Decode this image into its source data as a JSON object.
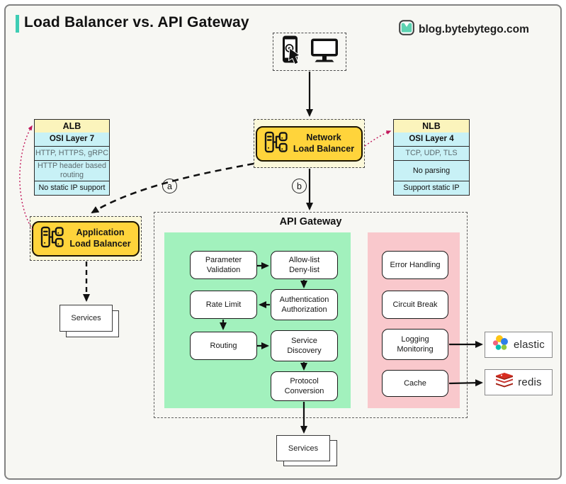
{
  "header": {
    "title": "Load Balancer vs. API Gateway",
    "brand": "blog.bytebytego.com"
  },
  "nlb": {
    "label": "Network\nLoad Balancer"
  },
  "alb": {
    "label": "Application\nLoad Balancer"
  },
  "alb_table": {
    "header": "ALB",
    "rows": [
      "OSI Layer 7",
      "HTTP, HTTPS, gRPC",
      "HTTP header based\nrouting",
      "No static IP support"
    ]
  },
  "nlb_table": {
    "header": "NLB",
    "rows": [
      "OSI Layer 4",
      "TCP, UDP, TLS",
      "No parsing",
      "Support static IP"
    ]
  },
  "edge_labels": {
    "a": "a",
    "b": "b"
  },
  "gateway": {
    "title": "API Gateway",
    "flow": [
      "Parameter\nValidation",
      "Allow-list\nDeny-list",
      "Rate Limit",
      "Authentication\nAuthorization",
      "Routing",
      "Service\nDiscovery",
      "Protocol\nConversion"
    ],
    "side": [
      "Error Handling",
      "Circuit Break",
      "Logging\nMonitoring",
      "Cache"
    ]
  },
  "services": {
    "left": "Services",
    "bottom": "Services"
  },
  "external": {
    "elastic": "elastic",
    "redis": "redis"
  },
  "colors": {
    "accent_teal": "#3ECDB4",
    "golden": "#FFD43B",
    "pale_yellow": "#FBF8DA",
    "table_header_cream": "#FBF4BC",
    "table_row_cyan": "#C8F1F6",
    "green_panel": "#A2F1BD",
    "pink_panel": "#F9C8CC",
    "crimson_arrow": "#C2185B"
  }
}
